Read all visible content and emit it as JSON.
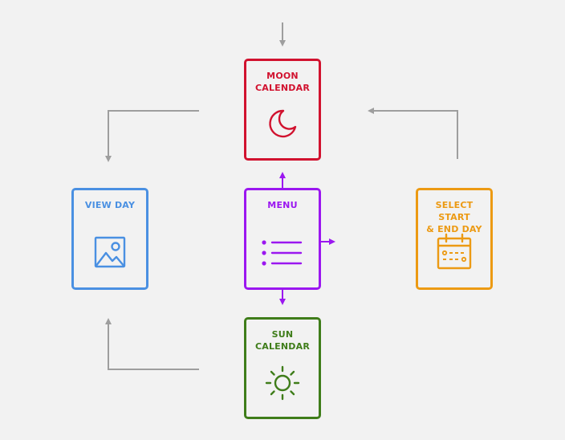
{
  "colors": {
    "moon": "#d1122f",
    "view": "#4a90e2",
    "menu": "#9b17f0",
    "select": "#ec9a13",
    "sun": "#3f7d1a",
    "connector": "#9e9e9e"
  },
  "cards": {
    "moon": {
      "line1": "MOON",
      "line2": "CALENDAR",
      "icon": "moon-icon"
    },
    "view": {
      "line1": "VIEW DAY",
      "line2": "",
      "icon": "image-icon"
    },
    "menu": {
      "line1": "MENU",
      "line2": "",
      "icon": "list-icon"
    },
    "select": {
      "line1": "SELECT START",
      "line2": "& END DAY",
      "icon": "calendar-icon"
    },
    "sun": {
      "line1": "SUN",
      "line2": "CALENDAR",
      "icon": "sun-icon"
    }
  }
}
